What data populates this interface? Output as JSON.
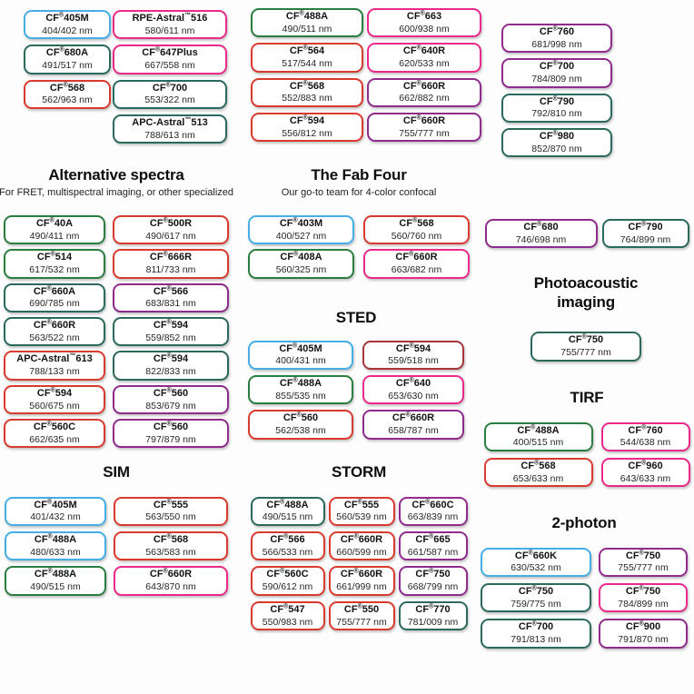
{
  "colors": {
    "blue": "#45aee5",
    "green": "#2b7d3f",
    "teal": "#2a695e",
    "red": "#d93a2e",
    "darkred": "#a93439",
    "pink": "#e92a8a",
    "purple": "#8e2b8c"
  },
  "top_groups": [
    {
      "pills": [
        {
          "n": "CF®405M",
          "v": "404/402 nm",
          "c": "blue"
        },
        {
          "n": "CF®680A",
          "v": "491/517 nm",
          "c": "teal"
        },
        {
          "n": "CF®568",
          "v": "562/963 nm",
          "c": "red"
        }
      ]
    },
    {
      "pills": [
        {
          "n": "RPE-Astral™516",
          "v": "580/611 nm",
          "c": "pink"
        },
        {
          "n": "CF®647Plus",
          "v": "667/558 nm",
          "c": "pink"
        },
        {
          "n": "CF®700",
          "v": "553/322 nm",
          "c": "teal"
        },
        {
          "n": "APC-Astral™513",
          "v": "788/613 nm",
          "c": "teal"
        }
      ]
    },
    {
      "pills": [
        {
          "n": "CF®488A",
          "v": "490/511 nm",
          "c": "green"
        },
        {
          "n": "CF®564",
          "v": "517/544 nm",
          "c": "red"
        },
        {
          "n": "CF®568",
          "v": "552/883 nm",
          "c": "red"
        },
        {
          "n": "CF®594",
          "v": "556/812 nm",
          "c": "red"
        }
      ]
    },
    {
      "pills": [
        {
          "n": "CF®663",
          "v": "600/938 nm",
          "c": "pink"
        },
        {
          "n": "CF®640R",
          "v": "620/533 nm",
          "c": "pink"
        },
        {
          "n": "CF®660R",
          "v": "662/882 nm",
          "c": "purple"
        },
        {
          "n": "CF®660R",
          "v": "755/777 nm",
          "c": "purple"
        }
      ]
    },
    {
      "pills": [
        {
          "n": "CF®760",
          "v": "681/998 nm",
          "c": "purple"
        },
        {
          "n": "CF®700",
          "v": "784/809 nm",
          "c": "purple"
        },
        {
          "n": "CF®790",
          "v": "792/810 nm",
          "c": "teal"
        },
        {
          "n": "CF®980",
          "v": "852/870 nm",
          "c": "teal"
        }
      ]
    }
  ],
  "sections": [
    {
      "title": "Alternative spectra",
      "subtitle": "For FRET, multispectral imaging, or other specialized",
      "pills": [
        {
          "n": "CF®40A",
          "v": "490/411 nm",
          "c": "green"
        },
        {
          "n": "CF®500R",
          "v": "490/617 nm",
          "c": "red"
        },
        {
          "n": "CF®514",
          "v": "617/532 nm",
          "c": "green"
        },
        {
          "n": "CF®666R",
          "v": "811/733 nm",
          "c": "red"
        },
        {
          "n": "CF®660A",
          "v": "690/785 nm",
          "c": "teal"
        },
        {
          "n": "CF®566",
          "v": "683/831 nm",
          "c": "purple"
        },
        {
          "n": "CF®660R",
          "v": "563/522 nm",
          "c": "teal"
        },
        {
          "n": "CF®594",
          "v": "559/852 nm",
          "c": "teal"
        },
        {
          "n": "APC-Astral™613",
          "v": "788/133 nm",
          "c": "red"
        },
        {
          "n": "CF®594",
          "v": "822/833 nm",
          "c": "teal"
        },
        {
          "n": "CF®594",
          "v": "560/675 nm",
          "c": "red"
        },
        {
          "n": "CF®560",
          "v": "853/679 nm",
          "c": "purple"
        },
        {
          "n": "CF®560C",
          "v": "662/635 nm",
          "c": "red"
        },
        {
          "n": "CF®560",
          "v": "797/879 nm",
          "c": "purple"
        }
      ]
    },
    {
      "title": "The Fab Four",
      "subtitle": "Our go-to team for 4-color confocal",
      "pills": [
        {
          "n": "CF®403M",
          "v": "400/527 nm",
          "c": "blue"
        },
        {
          "n": "CF®568",
          "v": "560/760 nm",
          "c": "red"
        },
        {
          "n": "CF®408A",
          "v": "560/325 nm",
          "c": "green"
        },
        {
          "n": "CF®660R",
          "v": "663/682 nm",
          "c": "pink"
        }
      ]
    },
    {
      "title": "STED",
      "pills": [
        {
          "n": "CF®405M",
          "v": "400/431 nm",
          "c": "blue"
        },
        {
          "n": "CF®594",
          "v": "559/518 nm",
          "c": "darkred"
        },
        {
          "n": "CF®488A",
          "v": "855/535 nm",
          "c": "green"
        },
        {
          "n": "CF®640",
          "v": "653/630 nm",
          "c": "pink"
        },
        {
          "n": "CF®560",
          "v": "562/538 nm",
          "c": "red"
        },
        {
          "n": "CF®660R",
          "v": "658/787 nm",
          "c": "purple"
        }
      ]
    },
    {
      "title": "SIM",
      "pills": [
        {
          "n": "CF®405M",
          "v": "401/432 nm",
          "c": "blue"
        },
        {
          "n": "CF®555",
          "v": "563/550 nm",
          "c": "red"
        },
        {
          "n": "CF®488A",
          "v": "480/633 nm",
          "c": "blue"
        },
        {
          "n": "CF®568",
          "v": "563/583 nm",
          "c": "red"
        },
        {
          "n": "CF®488A",
          "v": "490/515 nm",
          "c": "green"
        },
        {
          "n": "CF®660R",
          "v": "643/870 nm",
          "c": "pink"
        }
      ]
    },
    {
      "title": "STORM",
      "pills": [
        {
          "n": "CF®488A",
          "v": "490/515 nm",
          "c": "teal"
        },
        {
          "n": "CF®555",
          "v": "560/539 nm",
          "c": "red"
        },
        {
          "n": "CF®660C",
          "v": "663/839 nm",
          "c": "purple"
        },
        {
          "n": "CF®566",
          "v": "566/533 nm",
          "c": "red"
        },
        {
          "n": "CF®660R",
          "v": "660/599 nm",
          "c": "red"
        },
        {
          "n": "CF®665",
          "v": "661/587 nm",
          "c": "purple"
        },
        {
          "n": "CF®560C",
          "v": "590/612 nm",
          "c": "red"
        },
        {
          "n": "CF®660R",
          "v": "661/999 nm",
          "c": "red"
        },
        {
          "n": "CF®750",
          "v": "668/799 nm",
          "c": "purple"
        },
        {
          "n": "CF®547",
          "v": "550/983 nm",
          "c": "red"
        },
        {
          "n": "CF®550",
          "v": "755/777 nm",
          "c": "red"
        },
        {
          "n": "CF®770",
          "v": "781/009 nm",
          "c": "teal"
        }
      ]
    },
    {
      "pills": [
        {
          "n": "CF®680",
          "v": "746/698 nm",
          "c": "purple"
        },
        {
          "n": "CF®790",
          "v": "764/899 nm",
          "c": "teal"
        }
      ]
    },
    {
      "title": "Photoacoustic imaging",
      "pills": [
        {
          "n": "CF®750",
          "v": "755/777 nm",
          "c": "teal"
        }
      ]
    },
    {
      "title": "TIRF",
      "pills": [
        {
          "n": "CF®488A",
          "v": "400/515 nm",
          "c": "green"
        },
        {
          "n": "CF®760",
          "v": "544/638 nm",
          "c": "pink"
        },
        {
          "n": "CF®568",
          "v": "653/633 nm",
          "c": "red"
        },
        {
          "n": "CF®960",
          "v": "643/633 nm",
          "c": "pink"
        }
      ]
    },
    {
      "title": "2-photon",
      "pills": [
        {
          "n": "CF®660K",
          "v": "630/532 nm",
          "c": "blue"
        },
        {
          "n": "CF®750",
          "v": "755/777 nm",
          "c": "purple"
        },
        {
          "n": "CF®750",
          "v": "759/775 nm",
          "c": "teal"
        },
        {
          "n": "CF®750",
          "v": "784/899 nm",
          "c": "pink"
        },
        {
          "n": "CF®700",
          "v": "791/813 nm",
          "c": "teal"
        },
        {
          "n": "CF®900",
          "v": "791/870 nm",
          "c": "purple"
        }
      ]
    }
  ]
}
